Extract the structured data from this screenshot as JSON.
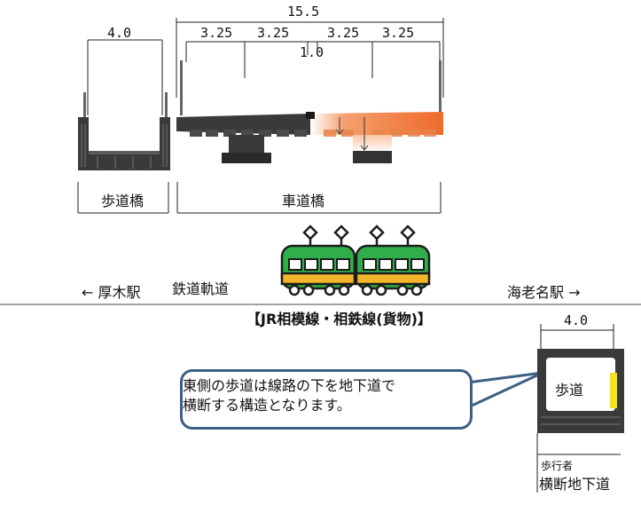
{
  "dimensions": {
    "total_width": "15.5",
    "lane_1": "3.25",
    "lane_2": "3.25",
    "lane_3": "3.25",
    "lane_4": "3.25",
    "median": "1.0",
    "footbridge_width": "4.0",
    "underpass_width": "4.0"
  },
  "labels": {
    "footbridge": "歩道橋",
    "road_bridge": "車道橋",
    "to_atsugi": "← 厚木駅",
    "railway_track": "鉄道軌道",
    "to_ebina": "海老名駅 →",
    "line_name": "【JR相模線・相鉄線(貨物)】",
    "sidewalk": "歩道",
    "underpass_small": "歩行者",
    "underpass_large": "横断地下道"
  },
  "callout": {
    "text": "東側の歩道は線路の下を地下道で\n横断する構造となります。"
  },
  "colors": {
    "structure": "#3a3a3a",
    "highlight": "#f07a3a",
    "train_body": "#2fae4a",
    "train_band": "#f2b62a",
    "callout_border": "#3d5f86",
    "underpass_accent": "#f4e21a"
  }
}
